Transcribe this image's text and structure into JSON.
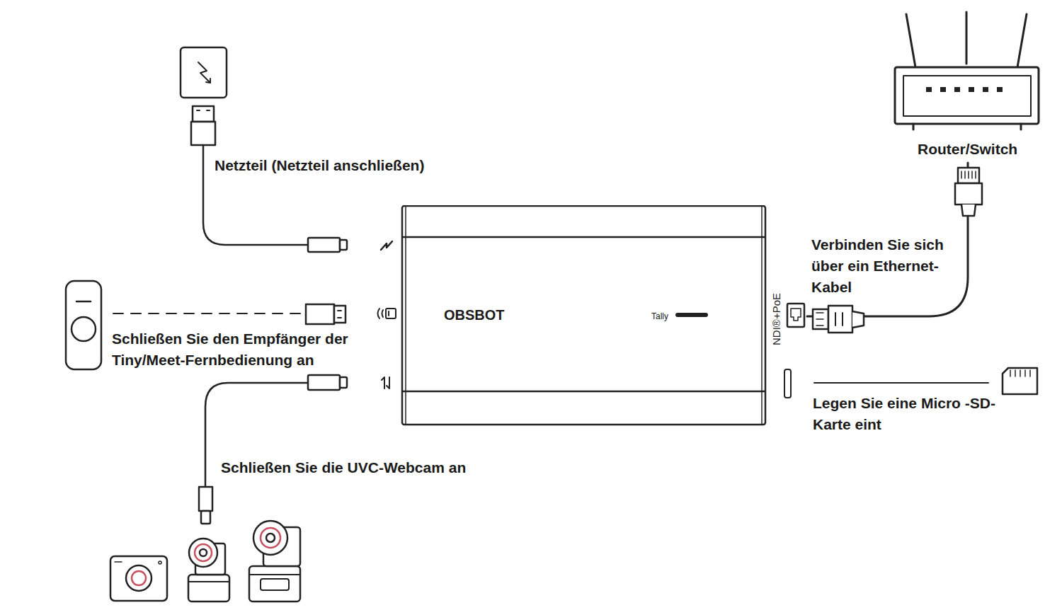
{
  "diagram": {
    "nodes": [
      {
        "text": [
          "OBSBOT",
          "Tally"
        ]
      },
      {
        "text": [
          "Router/Switch"
        ]
      }
    ],
    "edges": [
      {
        "from": 1,
        "to": 0,
        "arrow": "none",
        "label": "Verbinden Sie sich über ein Ethernet-Kabel"
      }
    ],
    "labels": [
      "Netzteil (Netzteil anschließen)",
      "Schließen Sie den Empfänger der Tiny/Meet-Fernbedienung an",
      "Schließen Sie die UVC-Webcam an",
      "NDI®+PoE",
      "Legen Sie eine Micro -SD-Karte eint"
    ]
  }
}
